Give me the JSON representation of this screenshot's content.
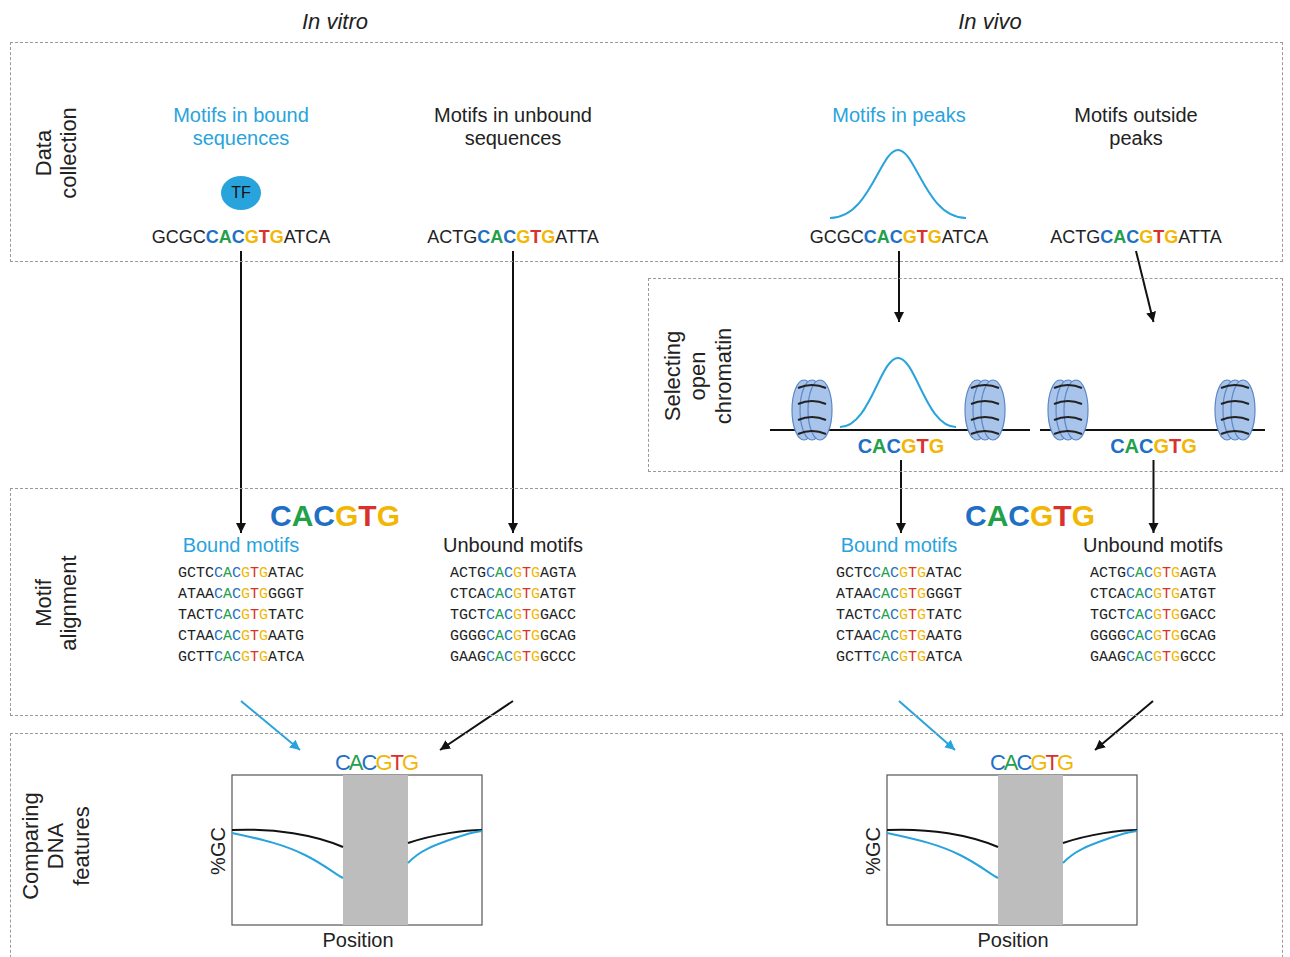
{
  "diagram": {
    "nodes": [
      {
        "text": [
          "Data collection"
        ]
      },
      {
        "text": [
          "Motifs in bound sequences",
          "GCGCCACGTGATCA"
        ],
        "in": 0
      },
      {
        "text": [
          "TF"
        ],
        "in": 0
      },
      {
        "text": [
          "Motifs in unbound sequences",
          "ACTGCACGTGATTA"
        ],
        "in": 0
      },
      {
        "text": [
          "Motifs in peaks",
          "GCGCCACGTGATCA"
        ],
        "in": 0
      },
      {
        "text": [
          "Motifs outside peaks",
          "ACTGCACGTGATTA"
        ],
        "in": 0
      },
      {
        "text": [
          "Selecting open chromatin"
        ]
      },
      {
        "text": [
          "CACGTG"
        ],
        "in": 6
      },
      {
        "text": [
          "CACGTG"
        ],
        "in": 6
      },
      {
        "text": [
          "Motif alignment"
        ]
      },
      {
        "text": [
          "Bound motifs",
          "GCTCCACGTGATAC",
          "ATAACACGTGGGGT",
          "TACTCACGTGTATC",
          "CTAACACGTGAATG",
          "GCTTCACGTGATCA"
        ],
        "in": 9
      },
      {
        "text": [
          "Unbound motifs",
          "ACTGCACGTGAGTA",
          "CTCACACGTGATGT",
          "TGCTCACGTGGACC",
          "GGGGCACGTGGCAG",
          "GAAGCACGTGGCCC"
        ],
        "in": 9
      },
      {
        "text": [
          "Bound motifs",
          "GCTCCACGTGATAC",
          "ATAACACGTGGGGT",
          "TACTCACGTGTATC",
          "CTAACACGTGAATG",
          "GCTTCACGTGATCA"
        ],
        "in": 9
      },
      {
        "text": [
          "Unbound motifs",
          "ACTGCACGTGAGTA",
          "CTCACACGTGATGT",
          "TGCTCACGTGGACC",
          "GGGGCACGTGGCAG",
          "GAAGCACGTGGCCC"
        ],
        "in": 9
      },
      {
        "text": [
          "Comparing DNA features"
        ]
      },
      {
        "text": [
          "CACGTG",
          "%GC",
          "Position"
        ],
        "in": 14
      },
      {
        "text": [
          "CACGTG",
          "%GC",
          "Position"
        ],
        "in": 14
      }
    ],
    "edges": [
      {
        "from": 1,
        "to": 10,
        "arrow": "to"
      },
      {
        "from": 3,
        "to": 11,
        "arrow": "to"
      },
      {
        "from": 4,
        "to": 7,
        "arrow": "to"
      },
      {
        "from": 5,
        "to": 8,
        "arrow": "to"
      },
      {
        "from": 7,
        "to": 12,
        "arrow": "to"
      },
      {
        "from": 8,
        "to": 13,
        "arrow": "to"
      },
      {
        "from": 10,
        "to": 15,
        "arrow": "to"
      },
      {
        "from": 11,
        "to": 15,
        "arrow": "to"
      },
      {
        "from": 12,
        "to": 16,
        "arrow": "to"
      },
      {
        "from": 13,
        "to": 16,
        "arrow": "to"
      }
    ],
    "labels": [
      "In vitro",
      "In vivo",
      "CACGTG",
      "CACGTG"
    ]
  }
}
